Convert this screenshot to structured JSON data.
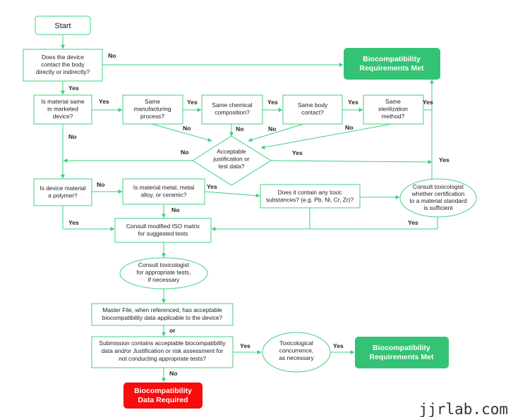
{
  "colors": {
    "line": "#3fd07f",
    "box_fill": "#ffffff",
    "success_fill": "#34c374",
    "fail_fill": "#f80c0c",
    "text": "#222222"
  },
  "nodes": {
    "start": "Start",
    "q_contact": [
      "Does the device",
      "contact the body",
      "directly or indirectly?"
    ],
    "met_top": [
      "Biocompatibility",
      "Requirements Met"
    ],
    "q_material_same": [
      "Is material same",
      "in marketed",
      "device?"
    ],
    "q_same_manufacturing": [
      "Same",
      "manufacturing",
      "process?"
    ],
    "q_same_chemical": [
      "Same chemical",
      "composition?"
    ],
    "q_same_body_contact": [
      "Same body",
      "contact?"
    ],
    "q_same_sterilization": [
      "Same",
      "sterilization",
      "method?"
    ],
    "q_justification": [
      "Acceptable",
      "justification or",
      "test data?"
    ],
    "q_polymer": [
      "Is device material",
      "a polymer?"
    ],
    "q_metal": [
      "Is material metal, metal",
      "alloy, or ceramic?"
    ],
    "q_toxic": [
      "Does it contain any toxic",
      "substances? (e.g. Pb, Ni, Cr, Zr)?"
    ],
    "consult_tox_cert": [
      "Consult toxicologist",
      "whether certification",
      "to a material standard",
      "is sufficient"
    ],
    "consult_iso": [
      "Consult modified ISO matrix",
      "for suggested tests"
    ],
    "consult_tox_tests": [
      "Consult toxicologist",
      "for appropriate tests,",
      "if necessary"
    ],
    "master_file": [
      "Master File, when referenced, has acceptable",
      "biocompatibility data applicable to the device?"
    ],
    "submission": [
      "Submission contains acceptable biocompatibility",
      "data and/or Justification or risk assessment for",
      "not conducting appropriate tests?"
    ],
    "tox_concurrence": [
      "Toxicological",
      "concurrence,",
      "as necessary"
    ],
    "met_bottom": [
      "Biocompatibility",
      "Requirements Met"
    ],
    "data_required": [
      "Biocompatibility",
      "Data Required"
    ]
  },
  "labels": {
    "no": "No",
    "yes": "Yes",
    "or": "or"
  },
  "watermark": "jjrlab.com"
}
